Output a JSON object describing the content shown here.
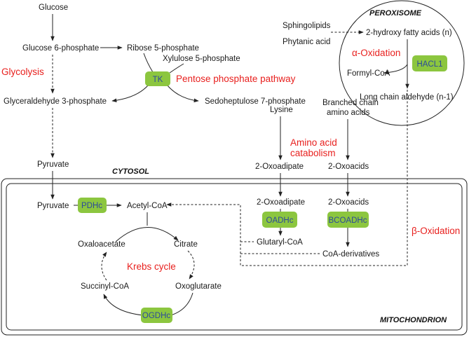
{
  "labels": {
    "glucose": "Glucose",
    "glucose6p": "Glucose 6-phosphate",
    "ribose5p": "Ribose 5-phosphate",
    "xylulose5p": "Xylulose 5-phosphate",
    "glyceraldehyde3p": "Glyceraldehyde 3-phosphate",
    "sedoheptulose7p": "Sedoheptulose 7-phosphate",
    "pyruvate_cytosol": "Pyruvate",
    "pyruvate_mito": "Pyruvate",
    "acetyl_coa": "Acetyl-CoA",
    "oxaloacetate": "Oxaloacetate",
    "citrate": "Citrate",
    "succinyl_coa": "Succinyl-CoA",
    "oxoglutarate": "Oxoglutarate",
    "lysine": "Lysine",
    "oxoadipate_cyto": "2-Oxoadipate",
    "oxoadipate_mito": "2-Oxoadipate",
    "glutaryl_coa": "Glutaryl-CoA",
    "branched_line1": "Branched chain",
    "branched_line2": "amino acids",
    "oxoacids_cyto": "2-Oxoacids",
    "oxoacids_mito": "2-Oxoacids",
    "coa_derivatives": "CoA-derivatives",
    "sphingolipids": "Sphingolipids",
    "phytanic_acid": "Phytanic acid",
    "hydroxy_fa": "2-hydroxy fatty acids (n)",
    "formyl_coa": "Formyl-CoA",
    "long_chain_aldehyde": "Long chain aldehyde (n-1)"
  },
  "pathways": {
    "glycolysis": "Glycolysis",
    "pentose_phosphate": "Pentose phosphate pathway",
    "amino_acid_line1": "Amino acid",
    "amino_acid_line2": "catabolism",
    "alpha_oxidation": "α-Oxidation",
    "beta_oxidation": "β-Oxidation",
    "krebs_cycle": "Krebs cycle"
  },
  "compartments": {
    "peroxisome": "PEROXISOME",
    "cytosol": "CYTOSOL",
    "mitochondrion": "MITOCHONDRION"
  },
  "enzymes": {
    "tk": "TK",
    "pdhc": "PDHc",
    "oadhc": "OADHc",
    "bcoadhc": "BCOADHc",
    "ogdhc": "OGDHc",
    "hacl1": "HACL1"
  },
  "colors": {
    "pathway_text": "#e8201e",
    "enzyme_fill": "#8cc63f",
    "enzyme_text": "#2c4a9a",
    "line": "#222222"
  }
}
